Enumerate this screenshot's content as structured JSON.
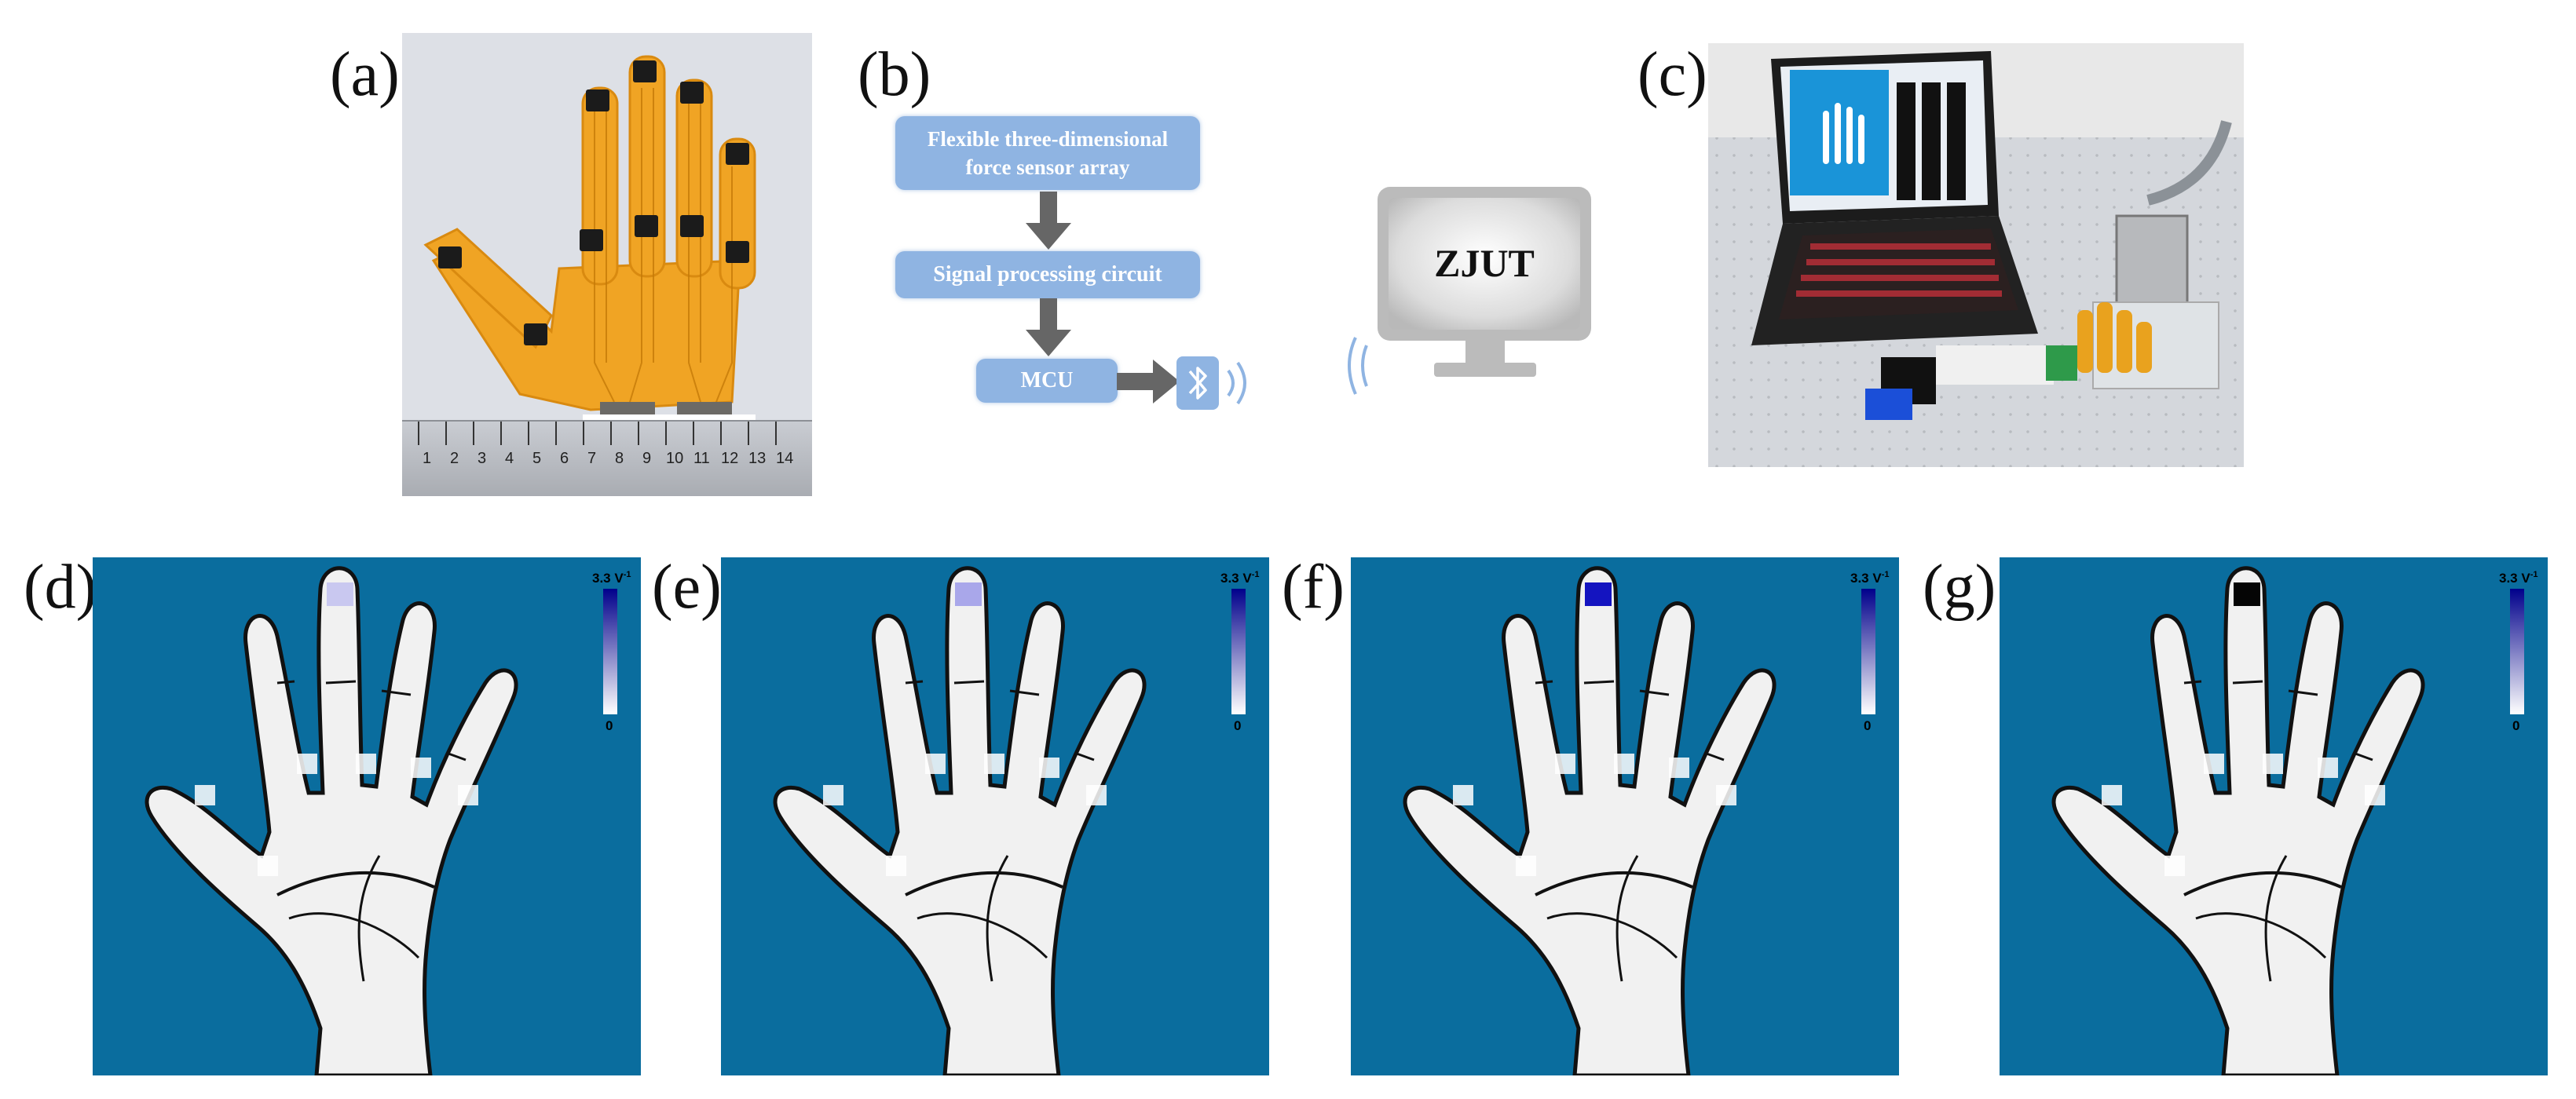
{
  "panels": {
    "a": "(a)",
    "b": "(b)",
    "c": "(c)",
    "d": "(d)",
    "e": "(e)",
    "f": "(f)",
    "g": "(g)"
  },
  "ruler_numbers": [
    "1",
    "2",
    "3",
    "4",
    "5",
    "6",
    "7",
    "8",
    "9",
    "10",
    "11",
    "12",
    "13",
    "14"
  ],
  "flowchart": {
    "sensor_line1": "Flexible three-dimensional",
    "sensor_line2": "force sensor array",
    "signal": "Signal processing circuit",
    "mcu": "MCU"
  },
  "monitor": {
    "text": "ZJUT"
  },
  "colorscale": {
    "max": "3.3 V",
    "max_exp": "-1",
    "min": "0"
  },
  "colors": {
    "heat_background": "#0a6d9e",
    "flow_box": "#8fb4e2",
    "flow_arrow": "#666666",
    "fingertip_d": "#c9c8f0",
    "fingertip_e": "#a9a7ea",
    "fingertip_f": "#1414c0",
    "fingertip_g": "#050505"
  }
}
